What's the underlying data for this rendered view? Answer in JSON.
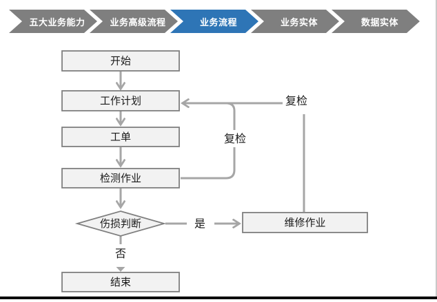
{
  "colors": {
    "nav_active": "#2E75B6",
    "nav_inactive": "#7F7F7F",
    "node_fill": "#F2F2F2",
    "node_border": "#7F7F7F",
    "connector": "#A6A6A6",
    "text": "#1A1A1A"
  },
  "nav": {
    "tabs": [
      {
        "label": "五大业务能力",
        "active": false
      },
      {
        "label": "业务高级流程",
        "active": false
      },
      {
        "label": "业务流程",
        "active": true
      },
      {
        "label": "业务实体",
        "active": false
      },
      {
        "label": "数据实体",
        "active": false
      }
    ]
  },
  "flowchart": {
    "nodes": [
      {
        "id": "start",
        "label": "开始",
        "type": "process"
      },
      {
        "id": "work-plan",
        "label": "工作计划",
        "type": "process"
      },
      {
        "id": "work-order",
        "label": "工单",
        "type": "process"
      },
      {
        "id": "inspection-job",
        "label": "检测作业",
        "type": "process"
      },
      {
        "id": "damage-decision",
        "label": "伤损判断",
        "type": "decision"
      },
      {
        "id": "repair-job",
        "label": "维修作业",
        "type": "process"
      },
      {
        "id": "end",
        "label": "结束",
        "type": "process"
      }
    ],
    "edges": [
      {
        "from": "开始",
        "to": "工作计划",
        "label": ""
      },
      {
        "from": "工作计划",
        "to": "工单",
        "label": ""
      },
      {
        "from": "工单",
        "to": "检测作业",
        "label": ""
      },
      {
        "from": "检测作业",
        "to": "伤损判断",
        "label": ""
      },
      {
        "from": "伤损判断",
        "to": "维修作业",
        "label": "是"
      },
      {
        "from": "伤损判断",
        "to": "结束",
        "label": "否"
      },
      {
        "from": "检测作业",
        "to": "工作计划",
        "label": "复检"
      },
      {
        "from": "维修作业",
        "to": "工作计划",
        "label": "复检"
      }
    ]
  }
}
